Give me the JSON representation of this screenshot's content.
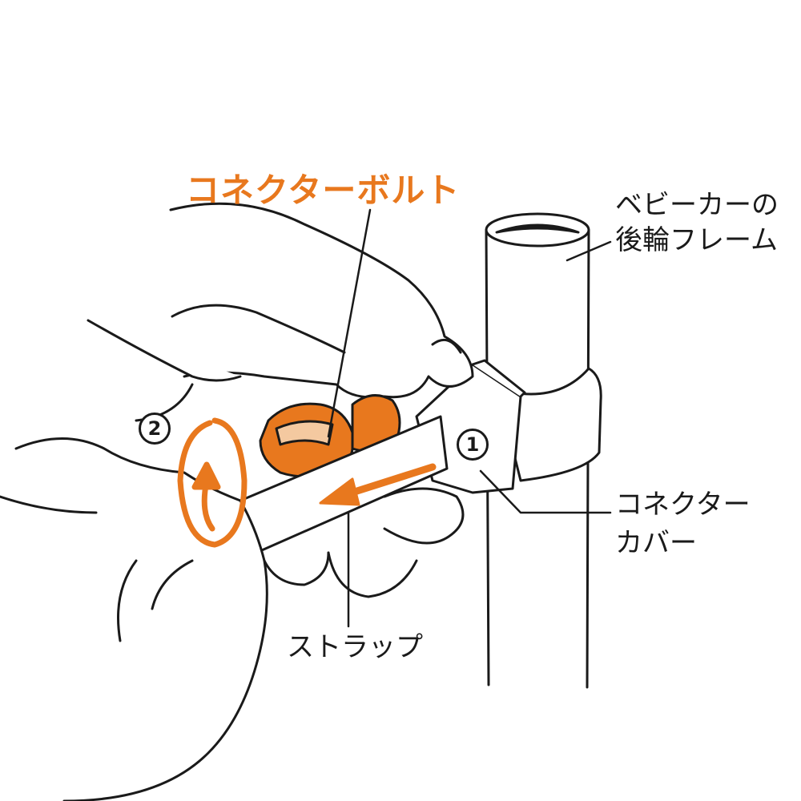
{
  "title": "コネクターボルト",
  "labels": {
    "frame_line1": "ベビーカーの",
    "frame_line2": "後輪フレーム",
    "cover_line1": "コネクター",
    "cover_line2": "カバー",
    "strap": "ストラップ"
  },
  "steps": {
    "step1": "1",
    "step2": "2"
  },
  "colors": {
    "accent": "#E8781E",
    "line": "#1a1a1a"
  }
}
